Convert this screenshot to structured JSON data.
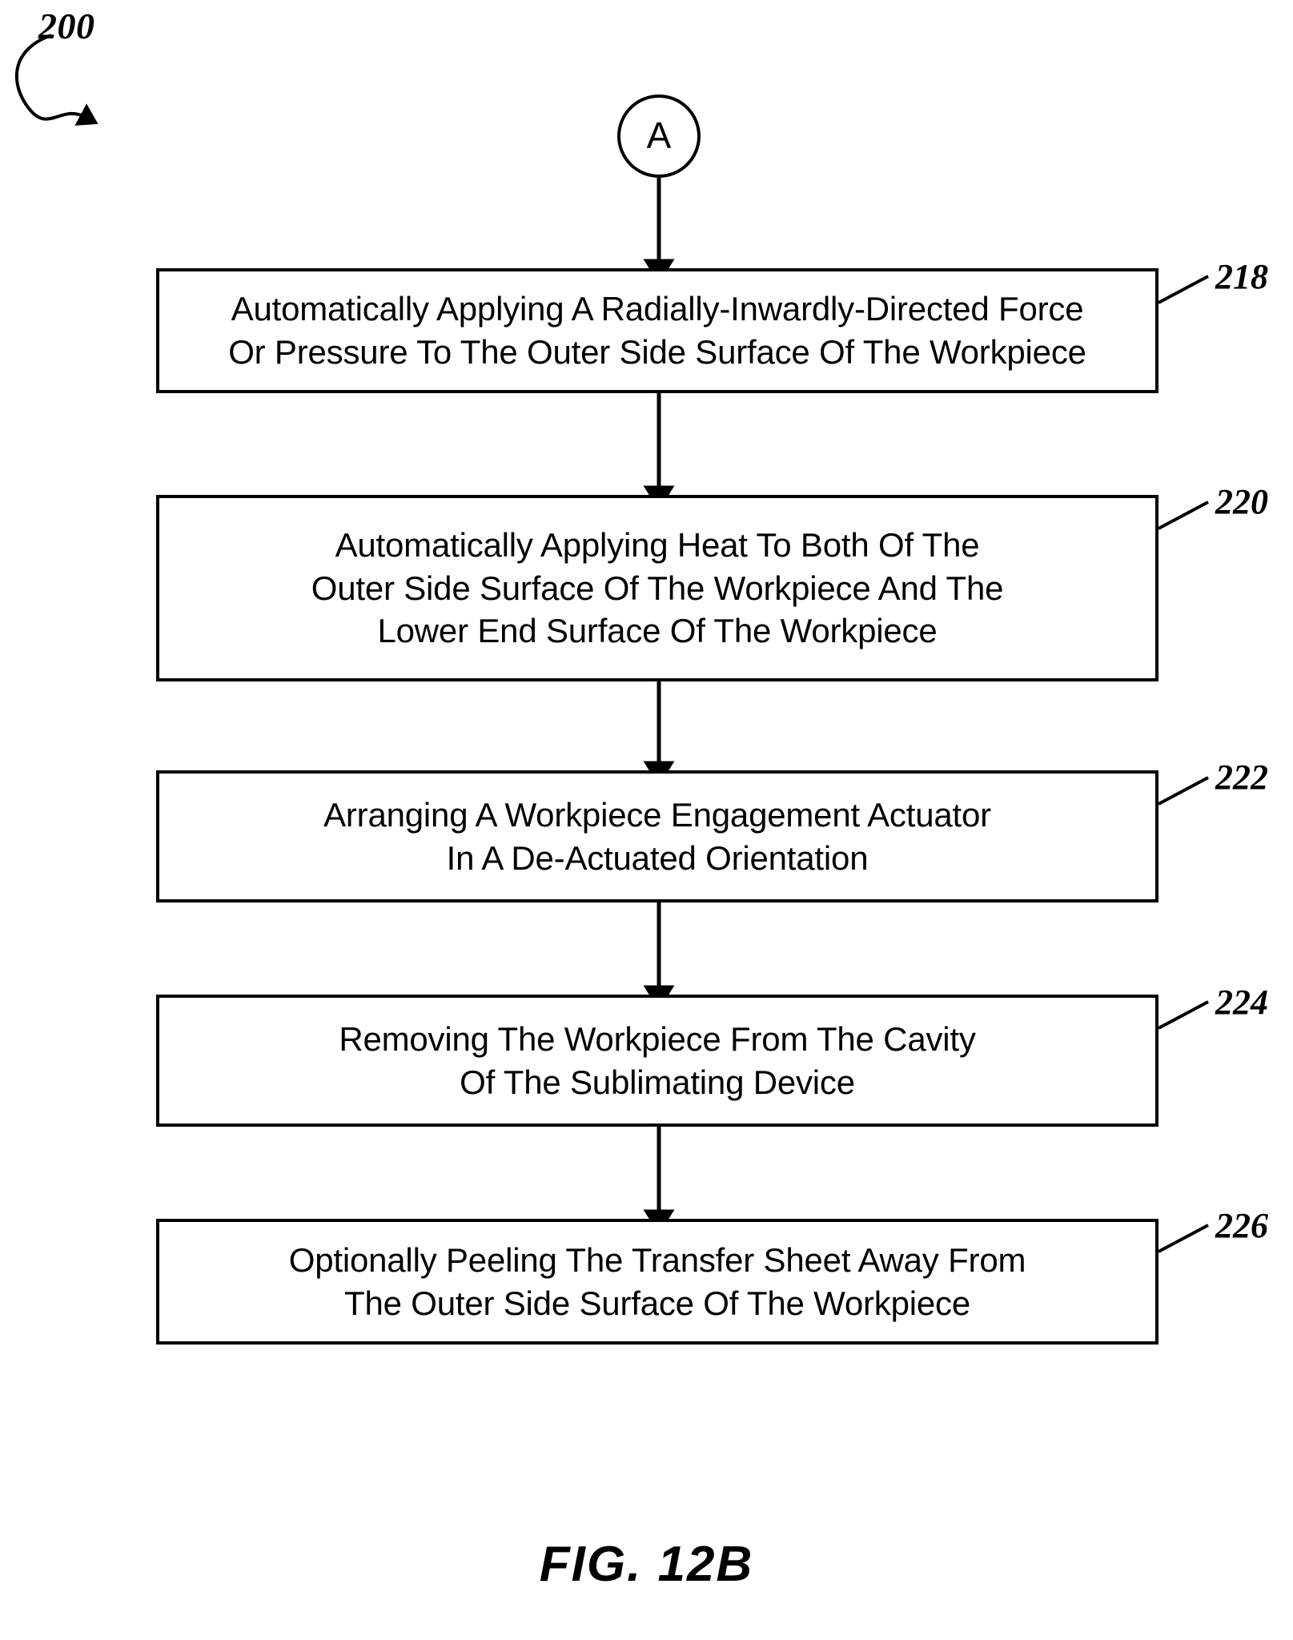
{
  "figure": {
    "caption": "FIG. 12B",
    "diagram_ref_number": "200",
    "connector_label": "A"
  },
  "flowchart": {
    "type": "process-flowchart",
    "orientation": "top-to-bottom",
    "entry_connector": {
      "shape": "circle",
      "label": "A",
      "name": "off-page-connector-a"
    },
    "steps": [
      {
        "ref": "218",
        "lines": [
          "Automatically Applying A Radially-Inwardly-Directed Force",
          "Or Pressure To The Outer Side Surface Of The Workpiece"
        ],
        "text": "Automatically Applying A Radially-Inwardly-Directed Force\nOr Pressure To The Outer Side Surface Of The Workpiece"
      },
      {
        "ref": "220",
        "lines": [
          "Automatically Applying Heat To Both Of The",
          "Outer Side Surface Of The Workpiece And The",
          "Lower End Surface Of The Workpiece"
        ],
        "text": "Automatically Applying Heat To Both Of The\nOuter Side Surface Of The Workpiece And The\nLower End Surface Of The Workpiece"
      },
      {
        "ref": "222",
        "lines": [
          "Arranging A Workpiece Engagement Actuator",
          "In A De-Actuated Orientation"
        ],
        "text": "Arranging A Workpiece Engagement Actuator\nIn A De-Actuated Orientation"
      },
      {
        "ref": "224",
        "lines": [
          "Removing The Workpiece From The Cavity",
          "Of The Sublimating Device"
        ],
        "text": "Removing The Workpiece From The Cavity\nOf The Sublimating Device"
      },
      {
        "ref": "226",
        "lines": [
          "Optionally Peeling The Transfer Sheet Away From",
          "The Outer Side Surface Of The Workpiece"
        ],
        "text": "Optionally Peeling The Transfer Sheet Away From\nThe Outer Side Surface Of The Workpiece"
      }
    ]
  },
  "style": {
    "line_color": "#000000",
    "background": "#ffffff"
  }
}
